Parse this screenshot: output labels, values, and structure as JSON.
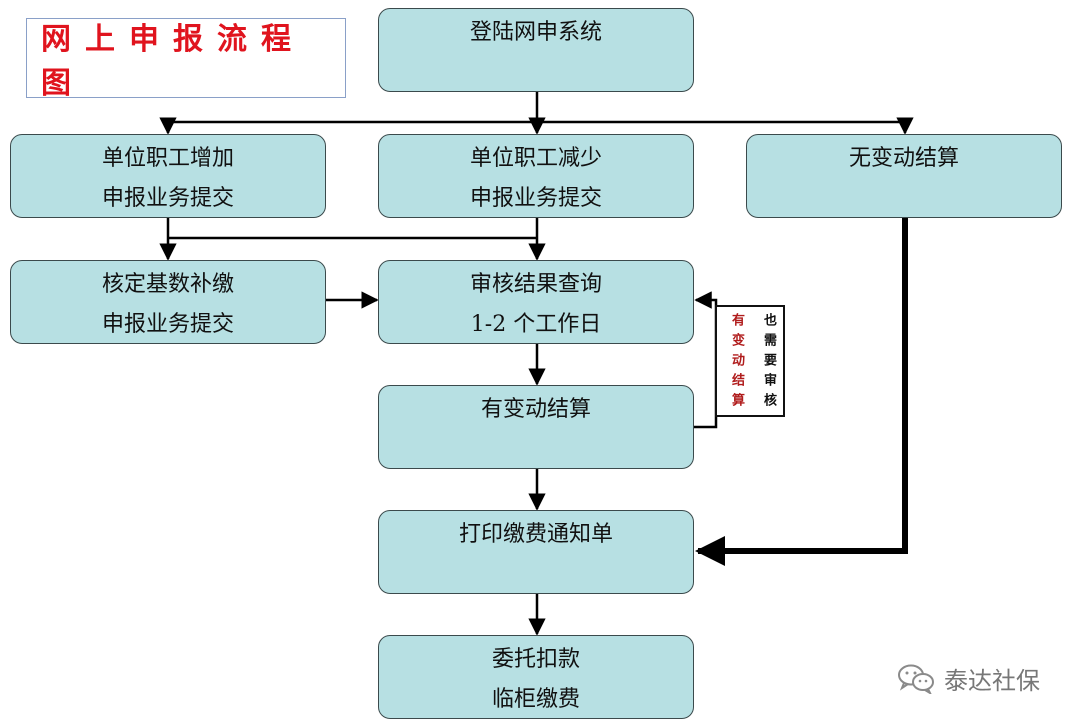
{
  "title": "网上申报流程图",
  "nodes": {
    "login": {
      "line1": "登陆网申系统"
    },
    "increase": {
      "line1": "单位职工增加",
      "line2": "申报业务提交"
    },
    "decrease": {
      "line1": "单位职工减少",
      "line2": "申报业务提交"
    },
    "no_change": {
      "line1": "无变动结算"
    },
    "base_supplement": {
      "line1": "核定基数补缴",
      "line2": "申报业务提交"
    },
    "review_query": {
      "line1": "审核结果查询",
      "line2": "1-2 个工作日"
    },
    "change_settlement": {
      "line1": "有变动结算"
    },
    "print_notice": {
      "line1": "打印缴费通知单"
    },
    "payment": {
      "line1": "委托扣款",
      "line2": "临柜缴费"
    }
  },
  "side_note": {
    "left": "有变动结算",
    "right": "也需要审核"
  },
  "watermark": {
    "text": "泰达社保",
    "icon": "wechat-icon"
  },
  "colors": {
    "node_fill": "#b7e0e3",
    "title": "#e0141e",
    "note_red": "#b01c1c",
    "edge": "#000000"
  }
}
